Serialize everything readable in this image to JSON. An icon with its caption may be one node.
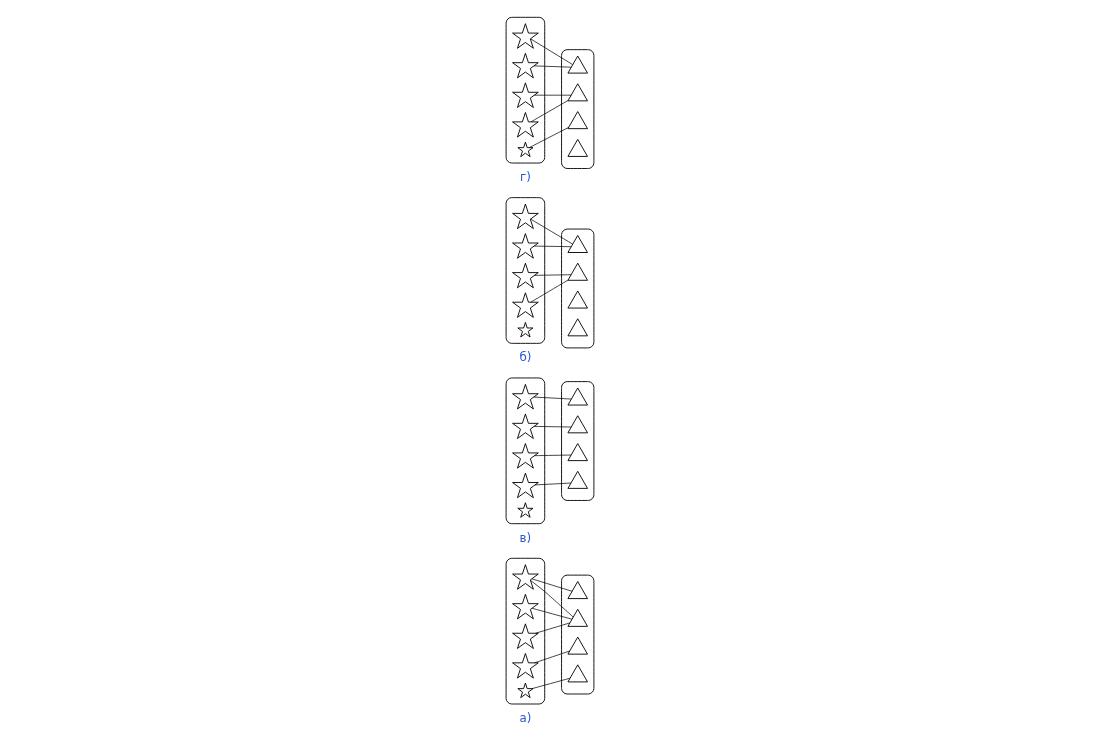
{
  "diagram": {
    "nodes": [
      {
        "text": [],
        "shape": "box"
      },
      {
        "text": [],
        "shape": "star",
        "in": 0
      },
      {
        "text": [],
        "shape": "star",
        "in": 0
      },
      {
        "text": [],
        "shape": "star",
        "in": 0
      },
      {
        "text": [],
        "shape": "star",
        "in": 0
      },
      {
        "text": [],
        "shape": "star",
        "in": 0
      },
      {
        "text": [],
        "shape": "box"
      },
      {
        "text": [],
        "shape": "triangle",
        "in": 6
      },
      {
        "text": [],
        "shape": "triangle",
        "in": 6
      },
      {
        "text": [],
        "shape": "triangle",
        "in": 6
      },
      {
        "text": [],
        "shape": "triangle",
        "in": 6
      },
      {
        "text": [],
        "shape": "box"
      },
      {
        "text": [],
        "shape": "star",
        "in": 11
      },
      {
        "text": [],
        "shape": "star",
        "in": 11
      },
      {
        "text": [],
        "shape": "star",
        "in": 11
      },
      {
        "text": [],
        "shape": "star",
        "in": 11
      },
      {
        "text": [],
        "shape": "star",
        "in": 11
      },
      {
        "text": [],
        "shape": "box"
      },
      {
        "text": [],
        "shape": "triangle",
        "in": 17
      },
      {
        "text": [],
        "shape": "triangle",
        "in": 17
      },
      {
        "text": [],
        "shape": "triangle",
        "in": 17
      },
      {
        "text": [],
        "shape": "triangle",
        "in": 17
      },
      {
        "text": [],
        "shape": "box"
      },
      {
        "text": [],
        "shape": "star",
        "in": 22
      },
      {
        "text": [],
        "shape": "star",
        "in": 22
      },
      {
        "text": [],
        "shape": "star",
        "in": 22
      },
      {
        "text": [],
        "shape": "star",
        "in": 22
      },
      {
        "text": [],
        "shape": "star",
        "in": 22
      },
      {
        "text": [],
        "shape": "box"
      },
      {
        "text": [],
        "shape": "triangle",
        "in": 28
      },
      {
        "text": [],
        "shape": "triangle",
        "in": 28
      },
      {
        "text": [],
        "shape": "triangle",
        "in": 28
      },
      {
        "text": [],
        "shape": "triangle",
        "in": 28
      },
      {
        "text": [],
        "shape": "box"
      },
      {
        "text": [],
        "shape": "star",
        "in": 33
      },
      {
        "text": [],
        "shape": "star",
        "in": 33
      },
      {
        "text": [],
        "shape": "star",
        "in": 33
      },
      {
        "text": [],
        "shape": "star",
        "in": 33
      },
      {
        "text": [],
        "shape": "star",
        "in": 33
      },
      {
        "text": [],
        "shape": "box"
      },
      {
        "text": [],
        "shape": "triangle",
        "in": 39
      },
      {
        "text": [],
        "shape": "triangle",
        "in": 39
      },
      {
        "text": [],
        "shape": "triangle",
        "in": 39
      },
      {
        "text": [],
        "shape": "triangle",
        "in": 39
      }
    ],
    "edges": [
      {
        "from": 1,
        "to": 7,
        "arrow": "none"
      },
      {
        "from": 1,
        "to": 8,
        "arrow": "none"
      },
      {
        "from": 2,
        "to": 8,
        "arrow": "none"
      },
      {
        "from": 3,
        "to": 8,
        "arrow": "none"
      },
      {
        "from": 4,
        "to": 9,
        "arrow": "none"
      },
      {
        "from": 5,
        "to": 10,
        "arrow": "none"
      },
      {
        "from": 12,
        "to": 18,
        "arrow": "none"
      },
      {
        "from": 13,
        "to": 19,
        "arrow": "none"
      },
      {
        "from": 14,
        "to": 20,
        "arrow": "none"
      },
      {
        "from": 15,
        "to": 21,
        "arrow": "none"
      },
      {
        "from": 23,
        "to": 29,
        "arrow": "none"
      },
      {
        "from": 24,
        "to": 29,
        "arrow": "none"
      },
      {
        "from": 25,
        "to": 30,
        "arrow": "none"
      },
      {
        "from": 26,
        "to": 30,
        "arrow": "none"
      },
      {
        "from": 34,
        "to": 40,
        "arrow": "none"
      },
      {
        "from": 35,
        "to": 40,
        "arrow": "none"
      },
      {
        "from": 36,
        "to": 41,
        "arrow": "none"
      },
      {
        "from": 37,
        "to": 41,
        "arrow": "none"
      },
      {
        "from": 38,
        "to": 42,
        "arrow": "none"
      }
    ],
    "labels": [
      "а)",
      "в)",
      "б)",
      "г)"
    ]
  }
}
